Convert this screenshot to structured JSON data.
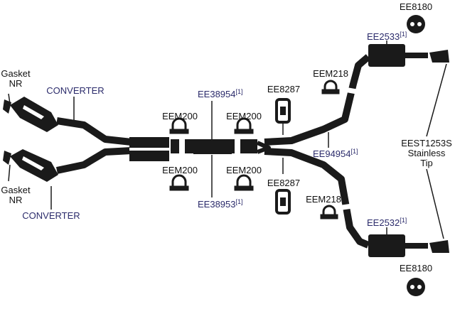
{
  "colors": {
    "part": "#1a1a1a",
    "label": "#111111",
    "part_number": "#2b2b6b",
    "background": "#ffffff"
  },
  "labels": {
    "gasket_top": [
      "Gasket",
      "NR"
    ],
    "gasket_bottom": [
      "Gasket",
      "NR"
    ],
    "converter_top": "CONVERTER",
    "converter_bottom": "CONVERTER",
    "eem200_tl": "EEM200",
    "eem200_tr": "EEM200",
    "eem200_bl": "EEM200",
    "eem200_br": "EEM200",
    "ee38954": "EE38954",
    "ee38953": "EE38953",
    "ee8287_top": "EE8287",
    "ee8287_bottom": "EE8287",
    "eem218_top": "EEM218",
    "eem218_bottom": "EEM218",
    "ee94954": "EE94954",
    "ee2533": "EE2533",
    "ee2532": "EE2532",
    "ee8180_top": "EE8180",
    "ee8180_bottom": "EE8180",
    "tip": [
      "EEST1253S",
      "Stainless",
      "Tip"
    ],
    "footnote_mark": "[1]"
  }
}
